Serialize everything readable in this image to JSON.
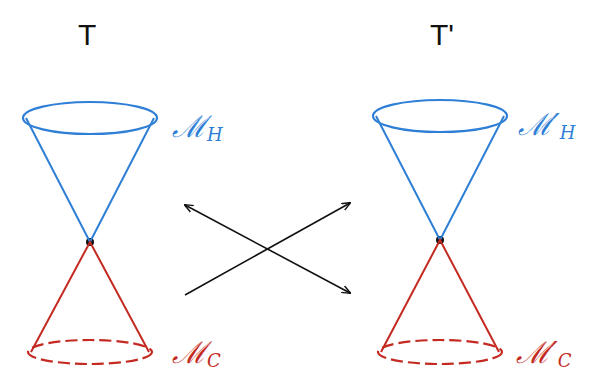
{
  "diagram": {
    "nodes": [
      {
        "text": [
          "ℳH"
        ]
      },
      {
        "text": [
          "ℳC"
        ]
      },
      {
        "text": [
          "ℳ′H"
        ]
      },
      {
        "text": [
          "ℳ′C"
        ]
      }
    ],
    "edges": [
      {
        "from": 0,
        "to": 3,
        "arrow": "both"
      },
      {
        "from": 1,
        "to": 2,
        "arrow": "to"
      }
    ],
    "labels": [
      "T",
      "T'"
    ]
  }
}
